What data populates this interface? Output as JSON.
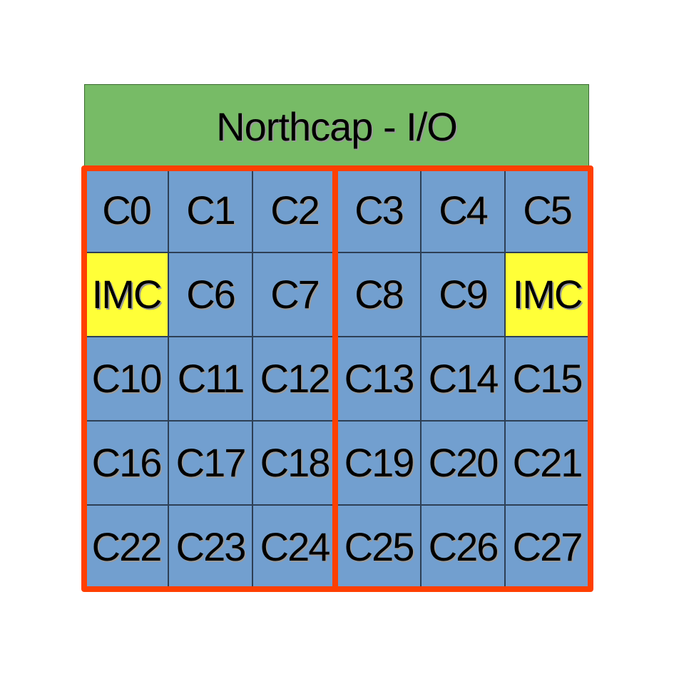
{
  "header": {
    "title": "Northcap - I/O",
    "color": "#77bb66"
  },
  "colors": {
    "core": "#729fcf",
    "imc": "#ffff38",
    "group_outline": "#ff3f00"
  },
  "grid": {
    "rows": [
      [
        "C0",
        "C1",
        "C2",
        "C3",
        "C4",
        "C5"
      ],
      [
        "IMC",
        "C6",
        "C7",
        "C8",
        "C9",
        "IMC"
      ],
      [
        "C10",
        "C11",
        "C12",
        "C13",
        "C14",
        "C15"
      ],
      [
        "C16",
        "C17",
        "C18",
        "C19",
        "C20",
        "C21"
      ],
      [
        "C22",
        "C23",
        "C24",
        "C25",
        "C26",
        "C27"
      ]
    ],
    "highlight_label": "IMC"
  }
}
